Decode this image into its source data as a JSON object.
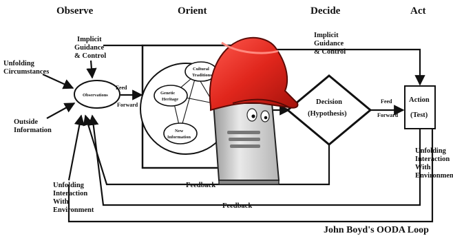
{
  "phases": {
    "observe": "Observe",
    "orient": "Orient",
    "decide": "Decide",
    "act": "Act"
  },
  "observe": {
    "implicit_guidance": [
      "Implicit",
      "Guidance",
      "& Control"
    ],
    "unfolding_circumstances": [
      "Unfolding",
      "Circumstances"
    ],
    "outside_information": [
      "Outside",
      "Information"
    ],
    "observations": "Observations",
    "unfolding_interaction": [
      "Unfolding",
      "Interaction",
      "With",
      "Environment"
    ]
  },
  "orient": {
    "cultural_traditions": [
      "Cultural",
      "Traditions"
    ],
    "genetic_heritage": [
      "Genetic",
      "Heritage"
    ],
    "new_information": [
      "New",
      "Information"
    ]
  },
  "flows": {
    "feed": "Feed",
    "forward": "Forward",
    "feedback": "Feedback"
  },
  "decide": {
    "implicit_guidance": [
      "Implicit",
      "Guidance",
      "& Control"
    ],
    "decision": "Decision",
    "hypothesis": "(Hypothesis)"
  },
  "act": {
    "action": "Action",
    "test": "(Test)",
    "unfolding_interaction": [
      "Unfolding",
      "Interaction",
      "With",
      "Environment"
    ]
  },
  "caption": "John Boyd's OODA Loop",
  "colors": {
    "helmet": "#e0261c",
    "server": "#cfcfcf",
    "ink": "#111111"
  }
}
